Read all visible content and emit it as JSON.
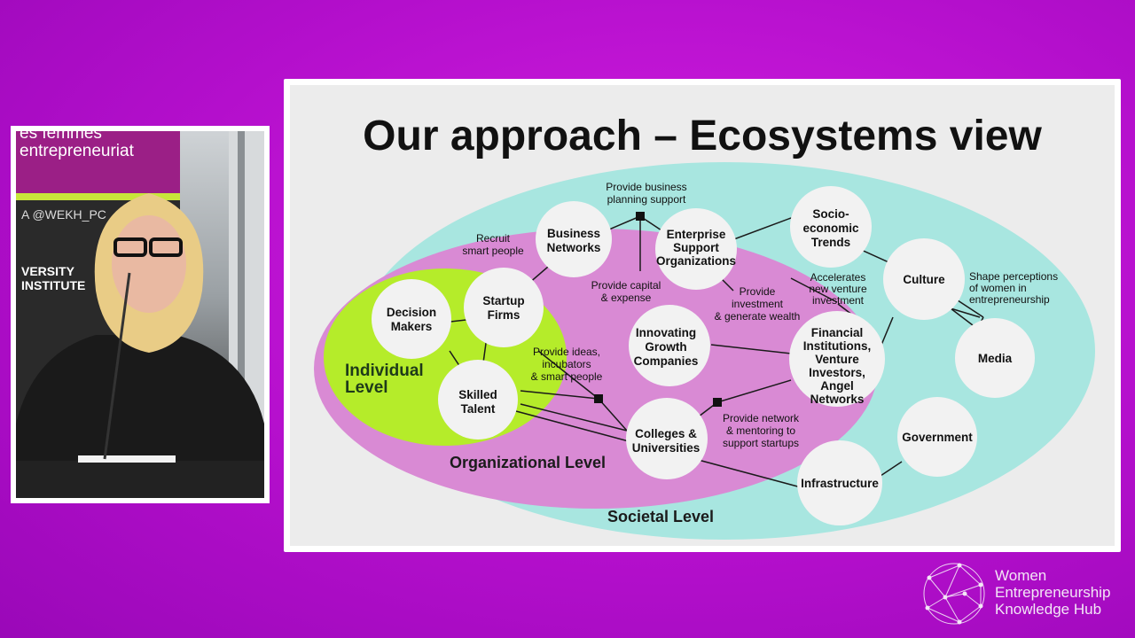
{
  "speaker_video": {
    "banner_line1": "es femmes",
    "banner_line2": "entrepreneuriat",
    "handle": "A  @WEKH_PC",
    "university": "VERSITY\nINSTITUTE"
  },
  "slide": {
    "title": "Our approach – Ecosystems view",
    "levels": {
      "individual_line1": "Individual",
      "individual_line2": "Level",
      "organizational": "Organizational Level",
      "societal": "Societal Level"
    },
    "nodes": {
      "decision_makers": [
        "Decision",
        "Makers"
      ],
      "startup_firms": [
        "Startup",
        "Firms"
      ],
      "skilled_talent": [
        "Skilled",
        "Talent"
      ],
      "business_networks": [
        "Business",
        "Networks"
      ],
      "enterprise_support": [
        "Enterprise",
        "Support",
        "Organizations"
      ],
      "innovating_growth": [
        "Innovating",
        "Growth",
        "Companies"
      ],
      "colleges": [
        "Colleges &",
        "Universities"
      ],
      "socio_economic": [
        "Socio-",
        "economic",
        "Trends"
      ],
      "culture": [
        "Culture"
      ],
      "financial": [
        "Financial",
        "Institutions,",
        "Venture",
        "Investors,",
        "Angel",
        "Networks"
      ],
      "media": [
        "Media"
      ],
      "government": [
        "Government"
      ],
      "infrastructure": [
        "Infrastructure"
      ]
    },
    "annotations": {
      "provide_business_planning": [
        "Provide business",
        "planning support"
      ],
      "recruit": [
        "Recruit",
        "smart people"
      ],
      "provide_capital": [
        "Provide capital",
        "& expense"
      ],
      "provide_investment": [
        "Provide",
        "investment",
        "& generate wealth"
      ],
      "accelerates": [
        "Accelerates",
        "new venture",
        "investment"
      ],
      "shape_perceptions": [
        "Shape perceptions",
        "of women in",
        "entrepreneurship"
      ],
      "provide_ideas": [
        "Provide ideas,",
        "incubators",
        "& smart people"
      ],
      "provide_network": [
        "Provide network",
        "& mentoring to",
        "support startups"
      ]
    }
  },
  "logo": {
    "line1": "Women",
    "line2": "Entrepreneurship",
    "line3": "Knowledge Hub"
  },
  "colors": {
    "background": "#c215d6",
    "societal_fill": "#a8e6e0",
    "organizational_fill": "#d98ad4",
    "individual_fill": "#b5ec2a",
    "node_fill": "#f2f2f2"
  }
}
